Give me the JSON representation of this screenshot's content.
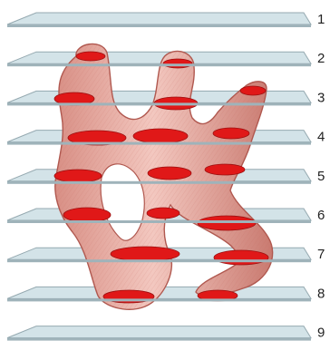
{
  "planes": [
    {
      "label": "1"
    },
    {
      "label": "2"
    },
    {
      "label": "3"
    },
    {
      "label": "4"
    },
    {
      "label": "5"
    },
    {
      "label": "6"
    },
    {
      "label": "7"
    },
    {
      "label": "8"
    },
    {
      "label": "9"
    }
  ],
  "colors": {
    "plane_top": "#cfe0e6",
    "plane_edge": "#8aa0a8",
    "plane_front": "#9fb3ba",
    "object_fill": "#e7a9a0",
    "object_stroke": "#b0584f",
    "section_fill": "#e01818",
    "label": "#222222"
  }
}
